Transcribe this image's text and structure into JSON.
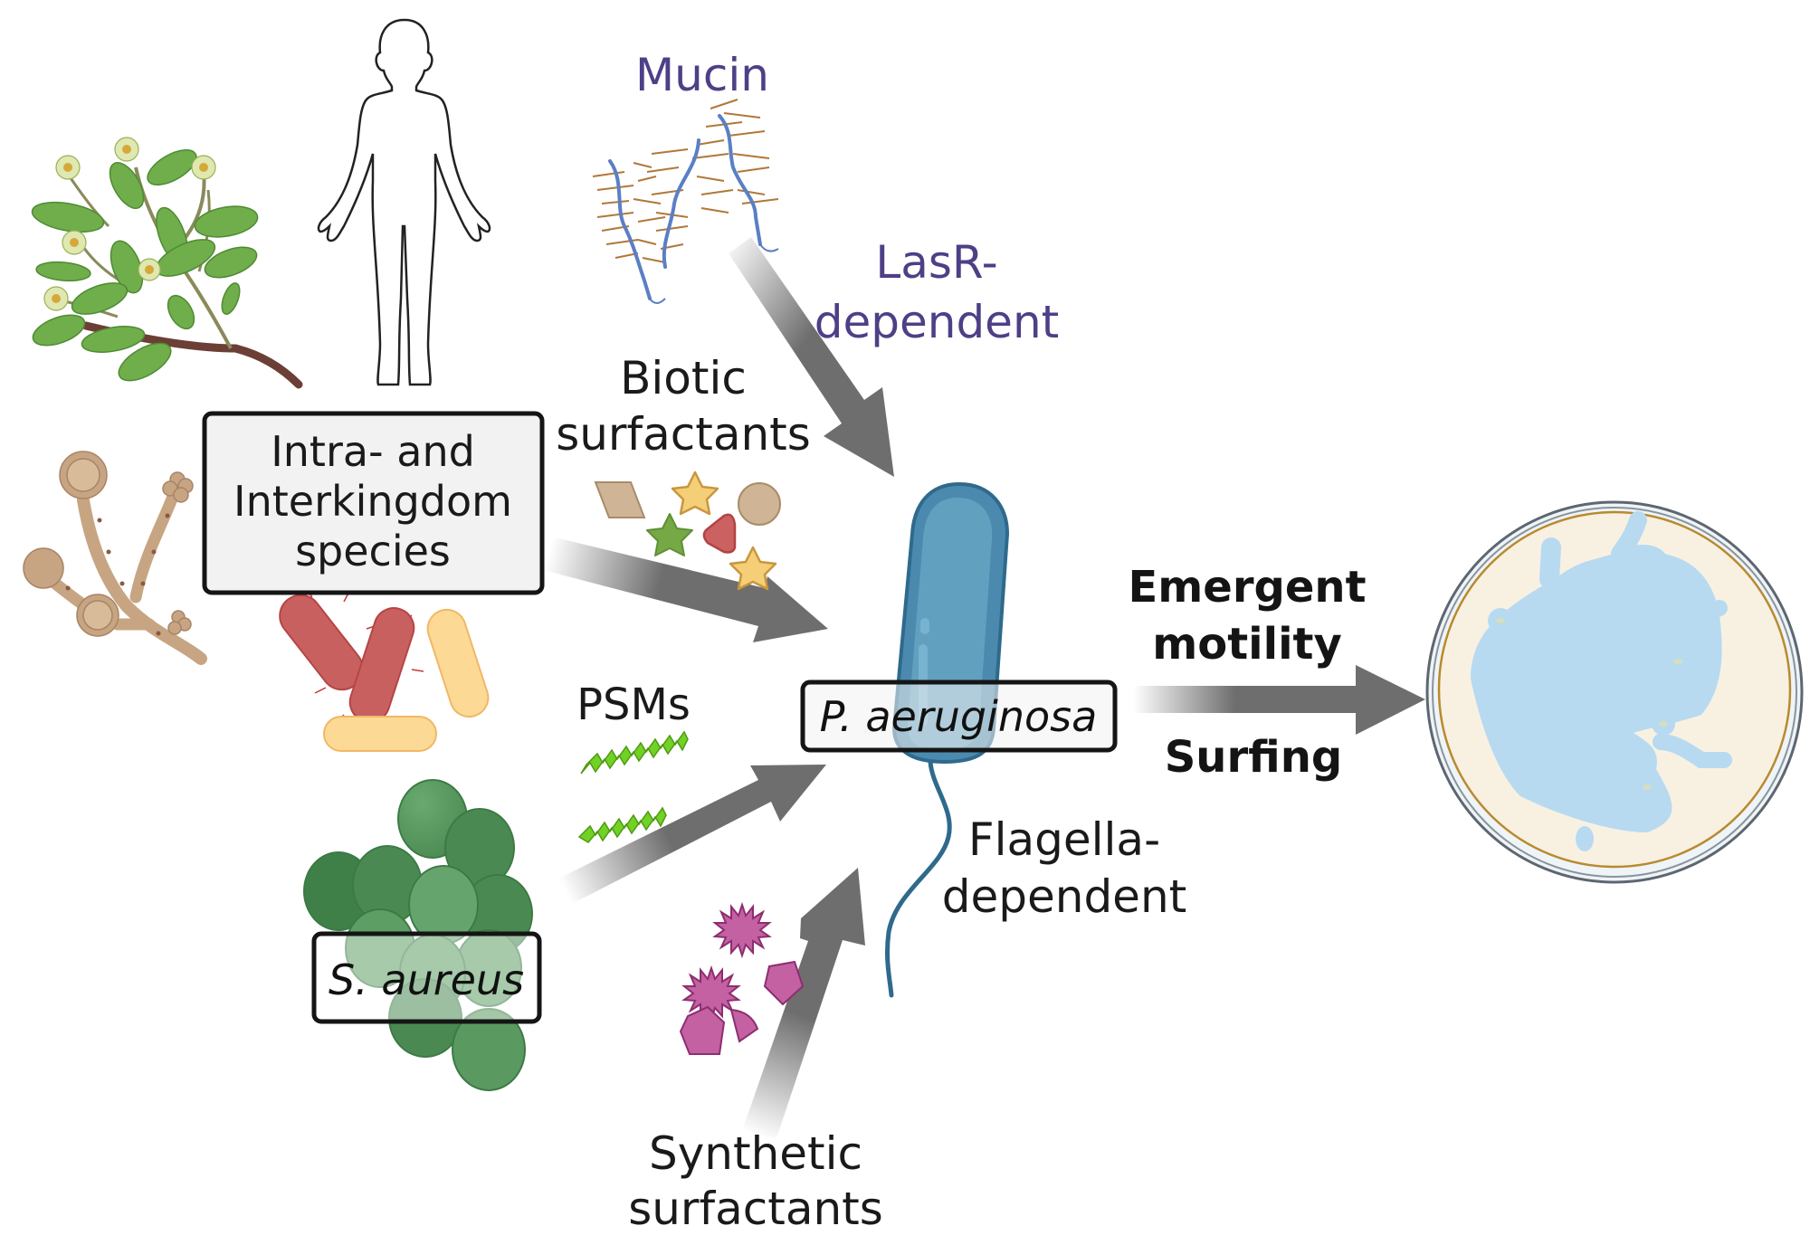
{
  "figure": {
    "description": "Schematic of factors inducing emergent surfing motility in Pseudomonas aeruginosa",
    "labels": {
      "mucin": "Mucin",
      "lasr_line1": "LasR-",
      "lasr_line2": "dependent",
      "biotic_line1": "Biotic",
      "biotic_line2": "surfactants",
      "species_line1": "Intra- and",
      "species_line2": "Interkingdom",
      "species_line3": "species",
      "psms": "PSMs",
      "s_aureus": "S. aureus",
      "p_aeruginosa": "P. aeruginosa",
      "flagella_line1": "Flagella-",
      "flagella_line2": "dependent",
      "synthetic_line1": "Synthetic",
      "synthetic_line2": "surfactants",
      "emergent_line1": "Emergent",
      "emergent_line2": "motility",
      "surfing": "Surfing"
    },
    "colors": {
      "purple_text": "#4e3f86",
      "arrow_gray": "#6e6e6e",
      "bacterium_outline": "#2f6a8c",
      "bacterium_fill": "#5d9cba",
      "petri_agar": "#f8f1e2",
      "swarm_blue": "#b7daf1",
      "staph_green": "#4f8f57",
      "rod_red": "#c95c5c",
      "rod_yellow": "#fcd995",
      "fungus_tan": "#c7a582",
      "surfactant_magenta": "#c361a2",
      "psm_green": "#6bc81f"
    },
    "arrows": [
      {
        "from": "mucin",
        "to": "p_aeruginosa"
      },
      {
        "from": "intra_interkingdom_species",
        "to": "p_aeruginosa"
      },
      {
        "from": "s_aureus",
        "to": "p_aeruginosa"
      },
      {
        "from": "synthetic_surfactants",
        "to": "p_aeruginosa"
      },
      {
        "from": "p_aeruginosa",
        "to": "petri_dish",
        "label_above": "Emergent motility",
        "label_below": "Surfing"
      }
    ],
    "icons": [
      "plant-icon",
      "human-silhouette-icon",
      "mucin-icon",
      "fungus-icon",
      "rod-bacteria-icon",
      "staphylococcus-icon",
      "psm-helix-icon",
      "biotic-surfactant-shapes-icon",
      "synthetic-surfactant-shapes-icon",
      "bacterium-icon",
      "flagellum-icon",
      "petri-dish-icon"
    ]
  }
}
